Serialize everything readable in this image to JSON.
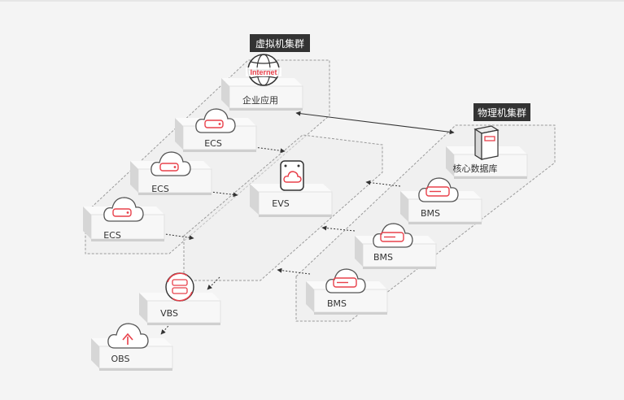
{
  "clusters": {
    "virtual": "虚拟机集群",
    "physical": "物理机集群"
  },
  "nodes": {
    "enterprise_app": {
      "label": "企业应用",
      "badge": "Internet"
    },
    "ecs_1": {
      "label": "ECS"
    },
    "ecs_2": {
      "label": "ECS"
    },
    "ecs_3": {
      "label": "ECS"
    },
    "evs": {
      "label": "EVS"
    },
    "core_db": {
      "label": "核心数据库"
    },
    "bms_1": {
      "label": "BMS"
    },
    "bms_2": {
      "label": "BMS"
    },
    "bms_3": {
      "label": "BMS"
    },
    "vbs": {
      "label": "VBS"
    },
    "obs": {
      "label": "OBS"
    }
  },
  "colors": {
    "accent": "#e8404a",
    "platform_top": "#f7f7f7",
    "platform_side": "#dcdcdc",
    "tag_bg": "#333333",
    "line": "#333333",
    "dash": "#9a9a9a"
  },
  "icons": {
    "enterprise_app": "globe-icon",
    "ecs": "cloud-server-icon",
    "evs": "cloud-disk-icon",
    "core_db": "server-tower-icon",
    "bms": "cloud-server-icon",
    "vbs": "backup-icon",
    "obs": "cloud-upload-icon"
  }
}
